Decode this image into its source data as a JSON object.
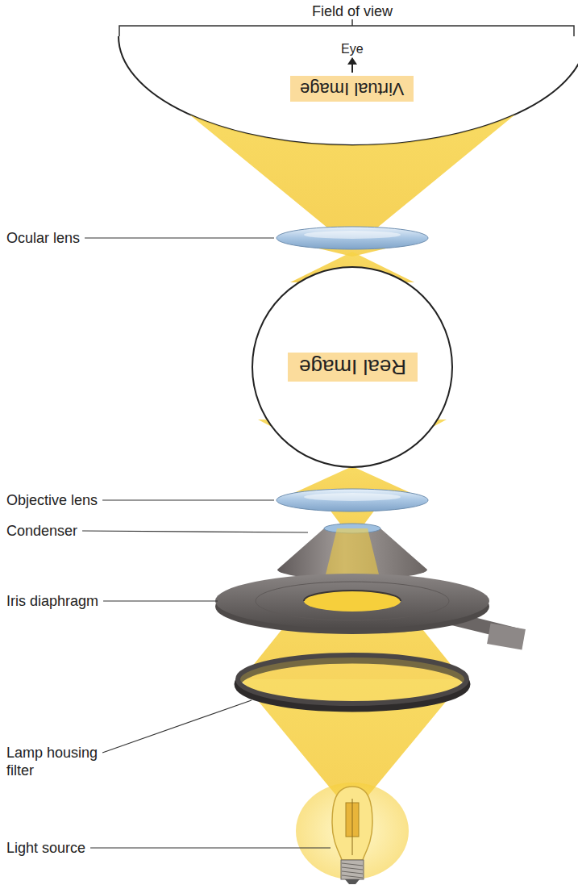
{
  "diagram": {
    "nodes": [
      {
        "text": [
          "Virtual Image"
        ]
      },
      {
        "text": [
          "Real Image"
        ]
      }
    ],
    "labels": [
      "Field of view",
      "Eye",
      "Ocular lens",
      "Objective lens",
      "Condenser",
      "Iris diaphragm",
      "Lamp housing filter",
      "Light source"
    ]
  }
}
